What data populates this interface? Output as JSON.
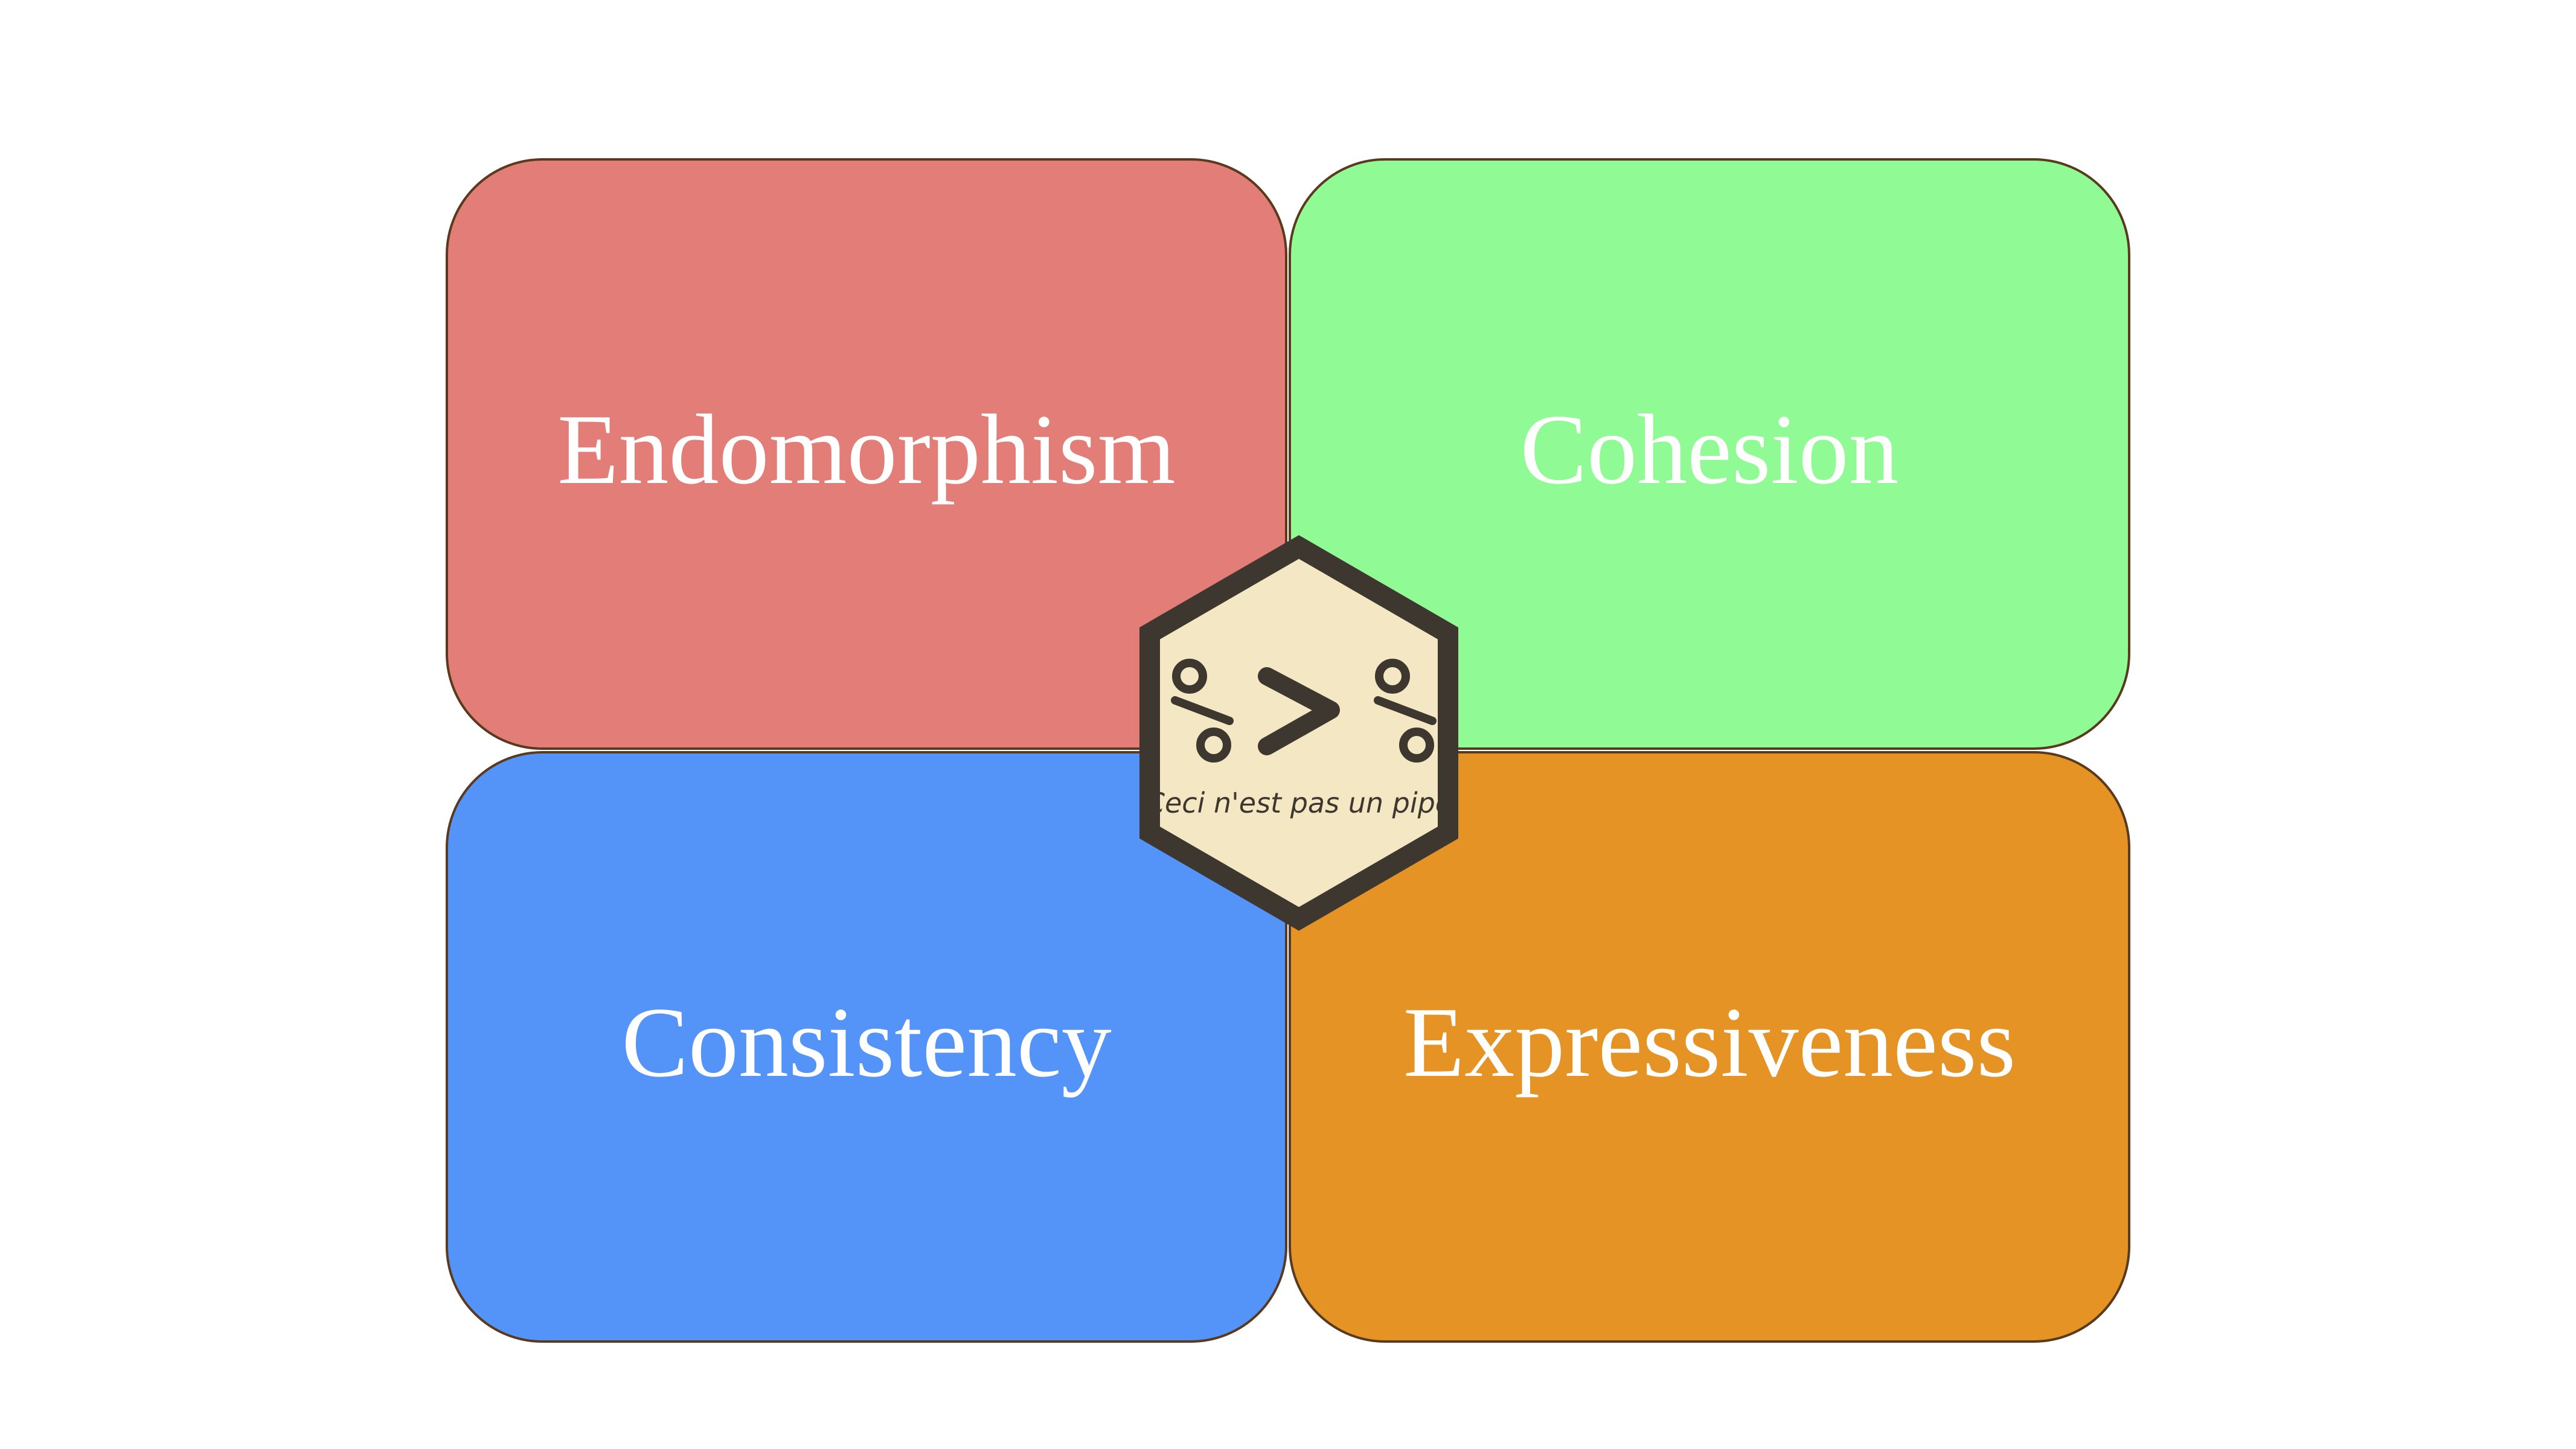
{
  "quadrants": [
    {
      "label": "Endomorphism",
      "color": "#e27d78"
    },
    {
      "label": "Cohesion",
      "color": "#90fb94"
    },
    {
      "label": "Consistency",
      "color": "#5494f9"
    },
    {
      "label": "Expressiveness",
      "color": "#e49324"
    }
  ],
  "logo": {
    "symbol": "%>%",
    "tagline": "Ceci n'est pas un pipe",
    "fill_color": "#f4e8c4",
    "border_color": "#3e3730"
  }
}
